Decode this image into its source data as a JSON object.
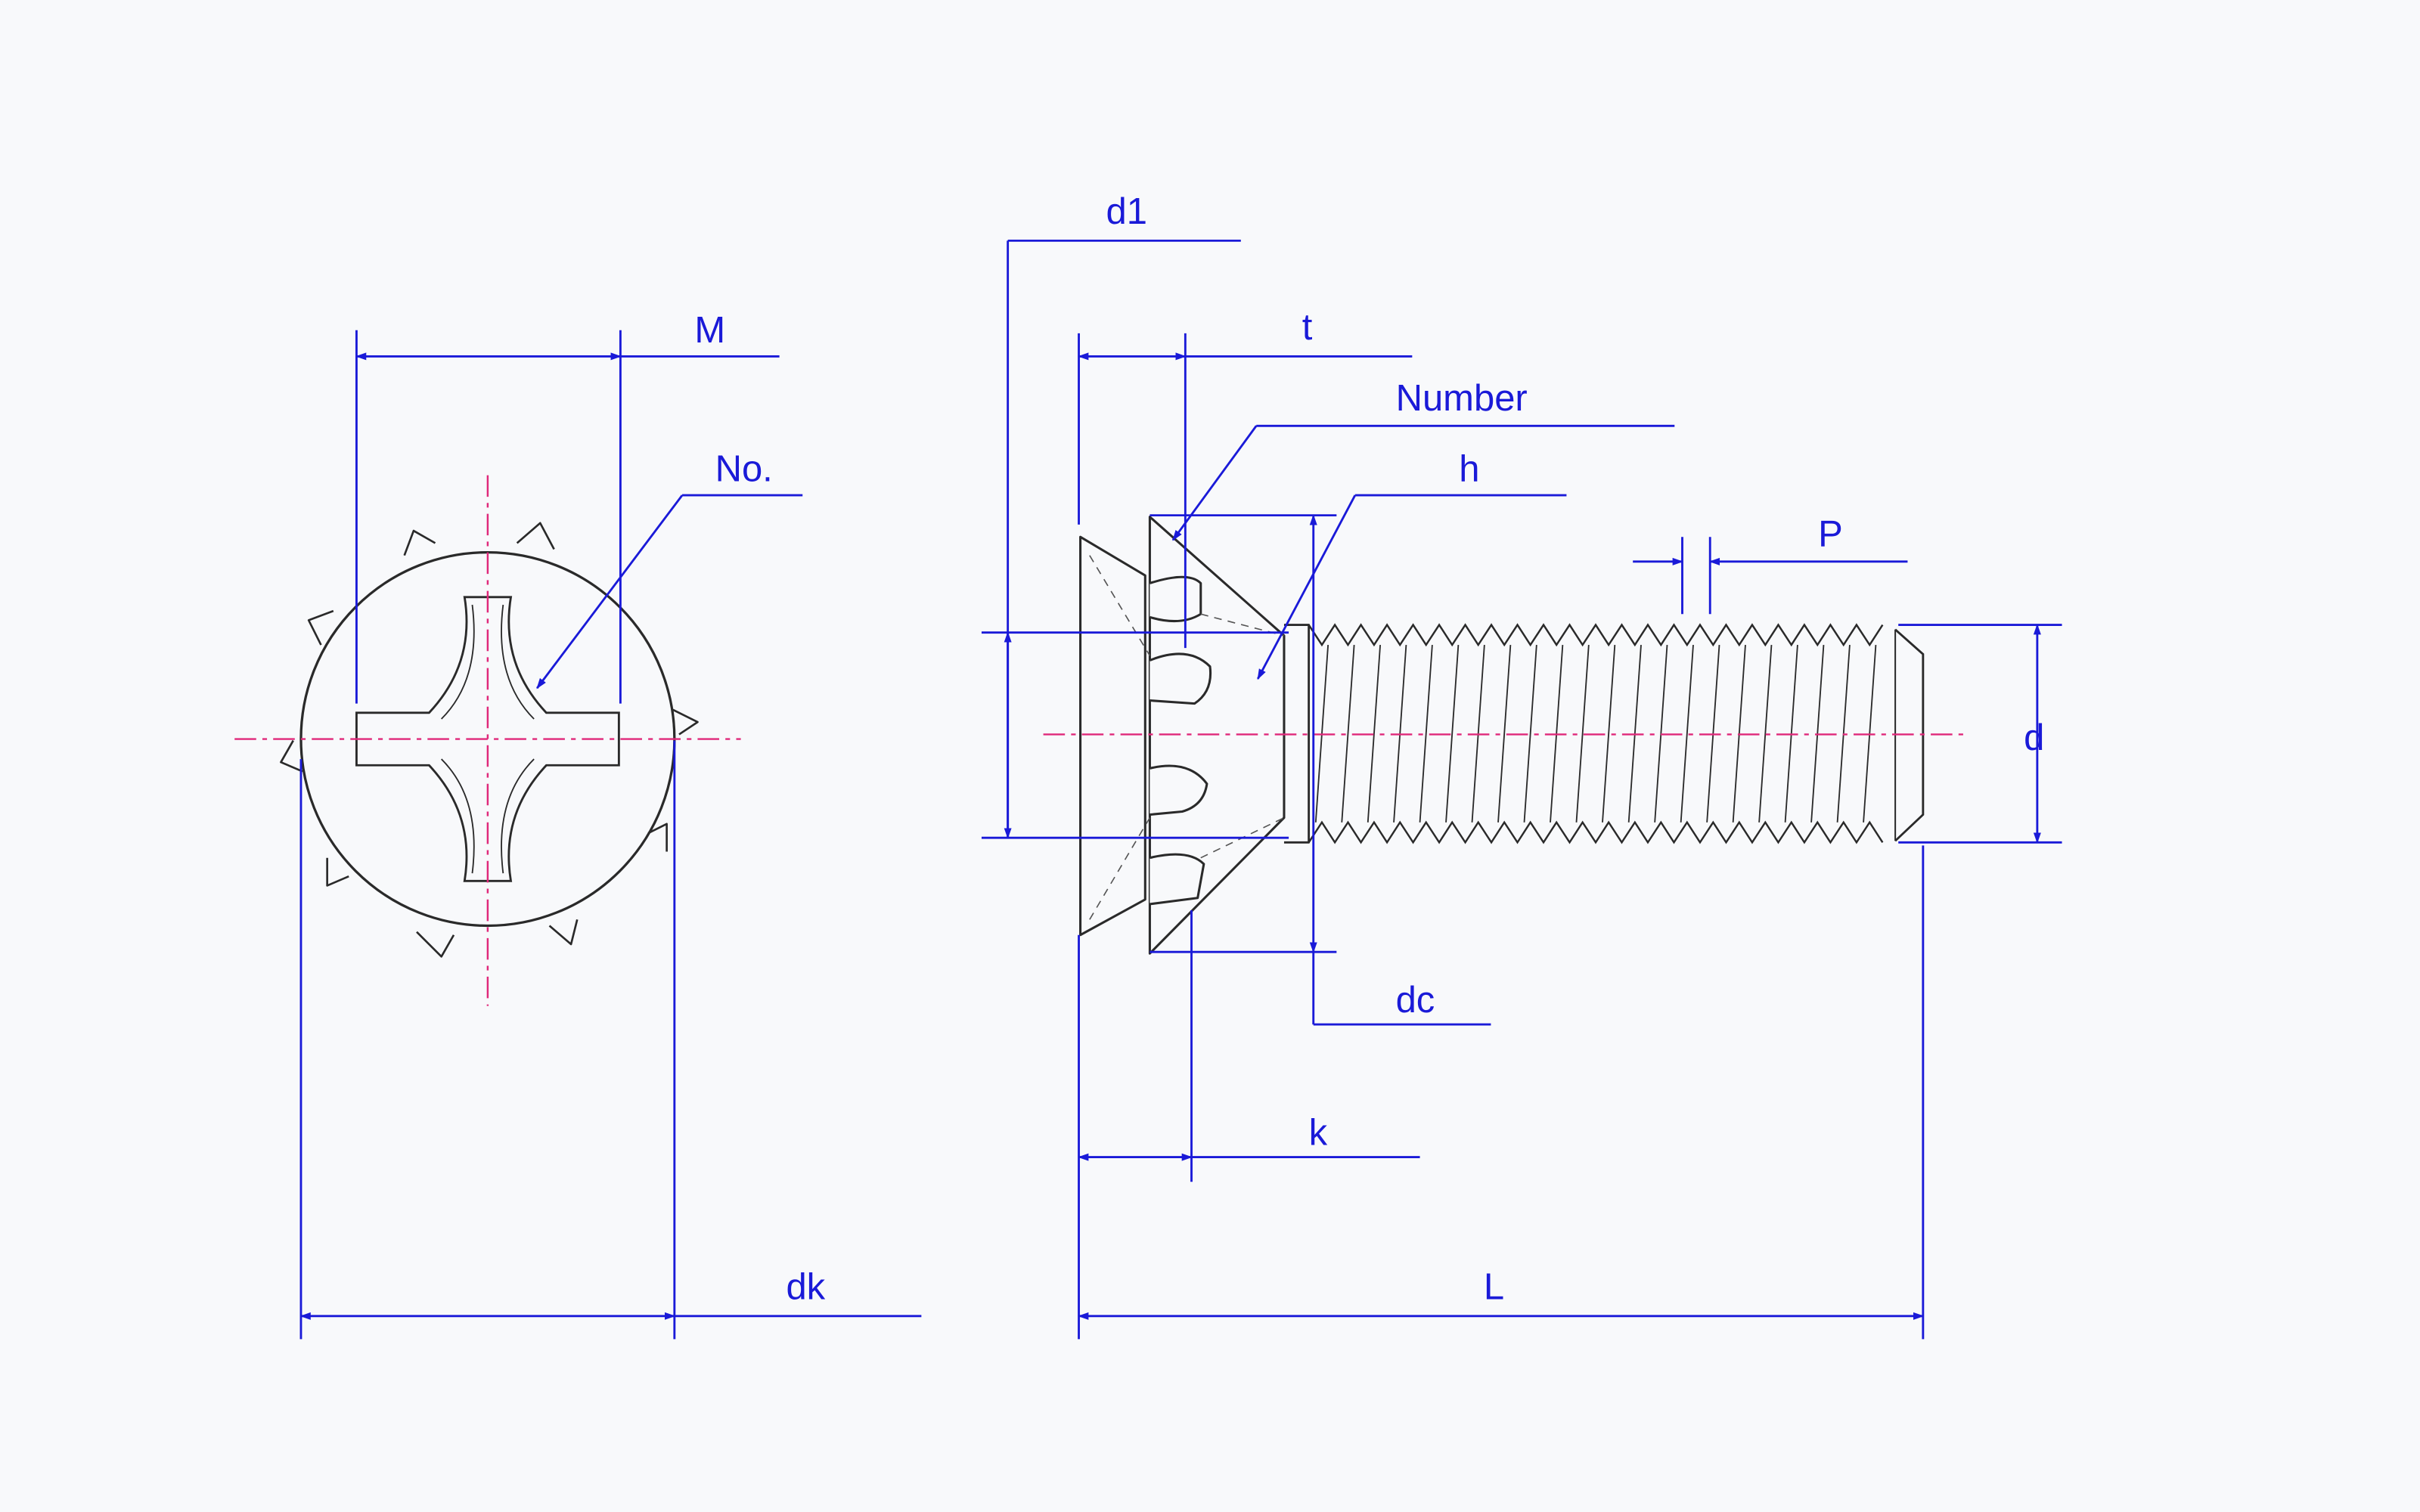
{
  "colors": {
    "dimension": "#1a1ad8",
    "centerline": "#e0287a",
    "outline": "#2a2a2a",
    "background": "#f8f9fb"
  },
  "labels": {
    "M": "M",
    "No": "No.",
    "dk": "dk",
    "d1": "d1",
    "t": "t",
    "Number": "Number",
    "h": "h",
    "P": "P",
    "d": "d",
    "dc": "dc",
    "k": "k",
    "L": "L"
  }
}
